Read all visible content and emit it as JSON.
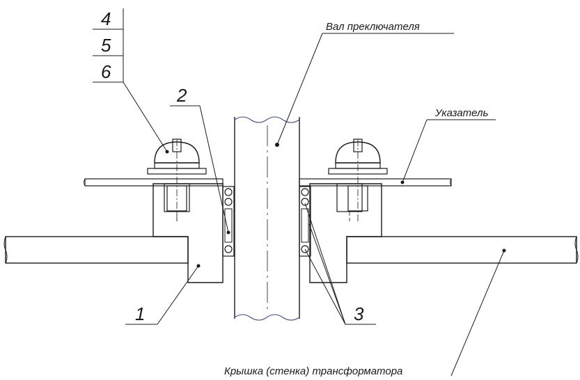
{
  "labels": {
    "shaft": "Вал преключателя",
    "indicator": "Указатель",
    "cover": "Крышка (стенка) трансформатора",
    "pos1": "1",
    "pos2": "2",
    "pos3": "3",
    "pos4": "4",
    "pos5": "5",
    "pos6": "6"
  },
  "colors": {
    "line": "#1a1a1a",
    "shaft_wave": "#3a4aa8"
  }
}
